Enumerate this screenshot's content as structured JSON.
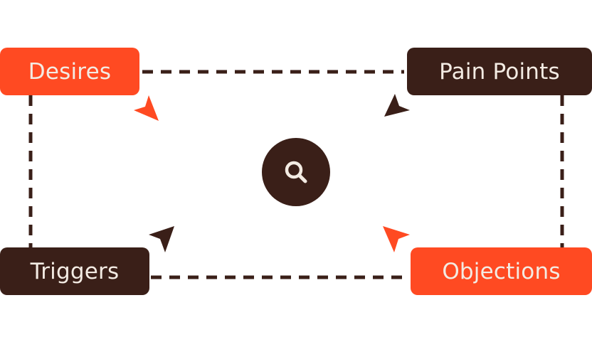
{
  "nodes": {
    "desires": "Desires",
    "pain_points": "Pain Points",
    "triggers": "Triggers",
    "objections": "Objections"
  },
  "center_icon": "search-icon",
  "colors": {
    "accent": "#ff4a22",
    "dark": "#3a1f18",
    "label_text": "#f3ebe3",
    "connector": "#3a1f18"
  }
}
